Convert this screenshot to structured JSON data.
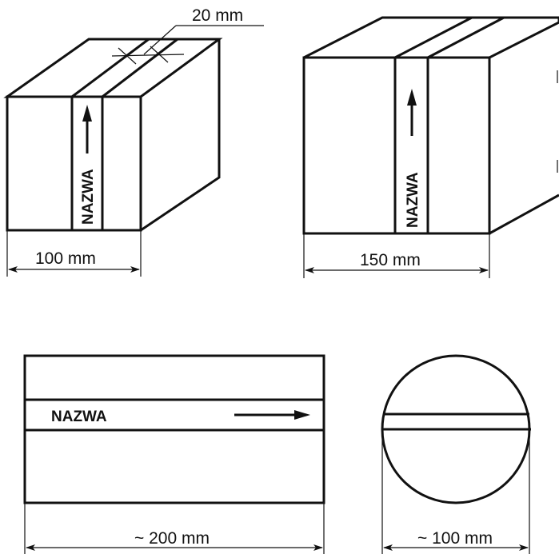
{
  "label_text": "NAZWA",
  "dimensions": {
    "tape_width": "20 mm",
    "box_small_width": "100 mm",
    "box_large_width": "150 mm",
    "roll_length": "~ 200 mm",
    "roll_diameter": "~ 100 mm"
  }
}
